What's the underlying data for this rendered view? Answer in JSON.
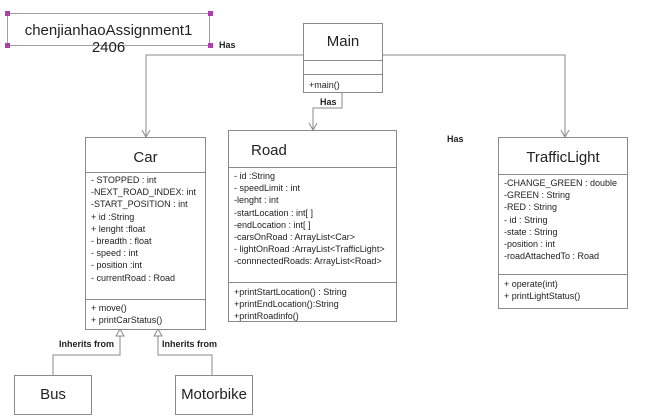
{
  "diagram_title": "chenjianhaoAssignment1 2406",
  "classes": {
    "main": {
      "name": "Main",
      "attributes": [],
      "methods": [
        "+main()"
      ]
    },
    "car": {
      "name": "Car",
      "attributes": [
        "- STOPPED : int",
        "-NEXT_ROAD_INDEX: int",
        "-START_POSITION : int",
        "+ id :String",
        "+ lenght :float",
        "- breadth : float",
        "- speed : int",
        "- position :int",
        "- currentRoad : Road"
      ],
      "methods": [
        "+ move()",
        "+ printCarStatus()"
      ]
    },
    "road": {
      "name": "Road",
      "attributes": [
        "- id :String",
        "- speedLimit : int",
        "-lenght : int",
        "-startLocation : int[ ]",
        "-endLocation : int[ ]",
        "-carsOnRoad : ArrayList<Car>",
        "- lightOnRoad :ArrayList<TrafficLight>",
        "-connnectedRoads: ArrayList<Road>"
      ],
      "methods": [
        "+printStartLocation() : String",
        "+printEndLocation():String",
        "+printRoadinfo()"
      ]
    },
    "traffic_light": {
      "name": "TrafficLight",
      "attributes": [
        "-CHANGE_GREEN : double",
        "-GREEN : String",
        "-RED : String",
        "- id : String",
        "-state : String",
        "-position : int",
        "-roadAttachedTo : Road"
      ],
      "methods": [
        "+ operate(int)",
        "+ printLightStatus()"
      ]
    },
    "bus": {
      "name": "Bus"
    },
    "motorbike": {
      "name": "Motorbike"
    }
  },
  "relationships": {
    "main_car": "Has",
    "main_road": "Has",
    "main_traffic_light": "Has",
    "bus_car": "Inherits from",
    "motorbike_car": "Inherits from"
  },
  "colors": {
    "line": "#8a8a8a",
    "border": "#8a8a8a",
    "selection": "#b03cb0"
  }
}
